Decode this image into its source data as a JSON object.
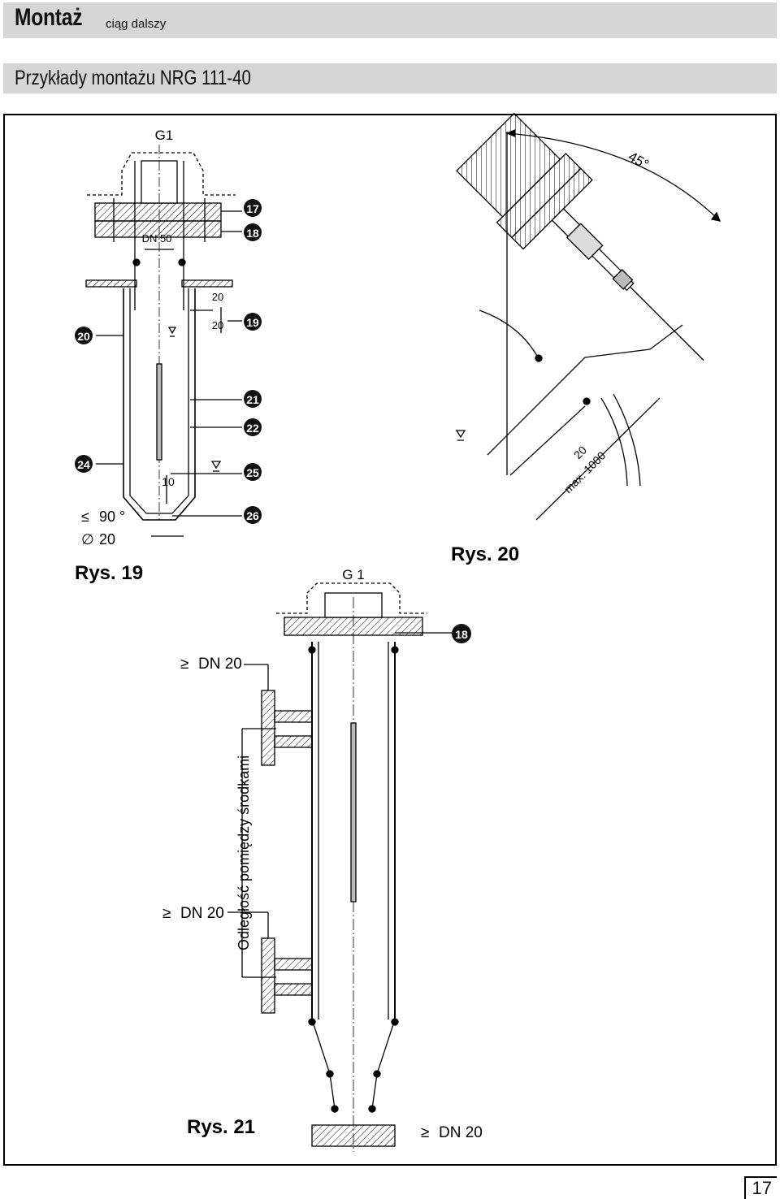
{
  "header": {
    "title": "Montaż",
    "subtitle": "ciąg dalszy"
  },
  "section": {
    "title": "Przykłady montażu NRG 111-40"
  },
  "fig19": {
    "caption": "Rys. 19",
    "thread": "G1",
    "dn": "DN 50",
    "dim_d20": "20",
    "dim_20": "20",
    "dim_10": "10",
    "angle": "90 °",
    "diam": "20",
    "callouts": [
      "17",
      "18",
      "19",
      "20",
      "21",
      "22",
      "24",
      "25",
      "26"
    ]
  },
  "fig20": {
    "caption": "Rys. 20",
    "angle": "45°",
    "dim_20": "20",
    "dim_max": "max. 1000"
  },
  "fig21": {
    "caption": "Rys. 21",
    "thread": "G 1",
    "callout": "18",
    "dn_top": "DN 20",
    "dn_mid": "DN 20",
    "dn_bottom": "DN 20",
    "distance_label": "Odległość pomiędzy środkami"
  },
  "page_number": "17"
}
